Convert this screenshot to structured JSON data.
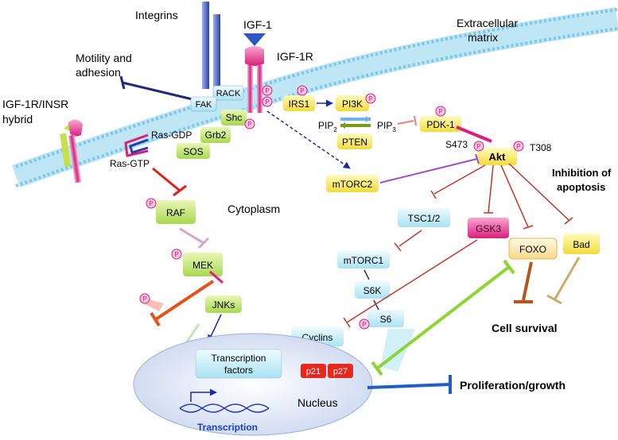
{
  "labels": {
    "integrins": "Integrins",
    "igf1": "IGF-1",
    "igf1r": "IGF-1R",
    "ecm_line1": "Extracellular",
    "ecm_line2": "matrix",
    "motility_line1": "Motility and",
    "motility_line2": "adhesion",
    "hybrid_line1": "IGF-1R/INSR",
    "hybrid_line2": "hybrid",
    "cytoplasm": "Cytoplasm",
    "inhibition_line1": "Inhibition of",
    "inhibition_line2": "apoptosis",
    "cell_survival": "Cell survival",
    "proliferation": "Proliferation/growth",
    "nucleus": "Nucleus",
    "transcription": "Transcription",
    "s473": "S473",
    "t308": "T308",
    "pip2": "PIP",
    "pip2_sub": "2",
    "pip3": "PIP",
    "pip3_sub": "3",
    "phospho": "P"
  },
  "nodes": {
    "rack": "RACK",
    "fak": "FAK",
    "shc": "Shc",
    "grb2": "Grb2",
    "sos": "SOS",
    "ras_gdp": "Ras-GDP",
    "ras_gtp": "Ras-GTP",
    "irs1": "IRS1",
    "pi3k": "PI3K",
    "pten": "PTEN",
    "pdk1": "PDK-1",
    "akt": "Akt",
    "mtorc2": "mTORC2",
    "raf": "RAF",
    "mek": "MEK",
    "jnks": "JNKs",
    "tsc": "TSC1/2",
    "gsk3": "GSK3",
    "foxo": "FOXO",
    "bad": "Bad",
    "mtorc1": "mTORC1",
    "s6k": "S6K",
    "s6": "S6",
    "cyclins": "Cyclins",
    "tf_line1": "Transcription",
    "tf_line2": "factors",
    "p21": "p21",
    "p27": "p27"
  },
  "colors": {
    "membrane": "#9fd6ee",
    "yellow": "#fff27a",
    "green": "#cfe98a",
    "cyan": "#bfeaf5",
    "pink": "#e8338d",
    "akt_inhibit": "#c0392b",
    "nucleus": "#dfe6f5",
    "navy": "#1f2b7a",
    "transcription_text": "#1a3fc4"
  }
}
